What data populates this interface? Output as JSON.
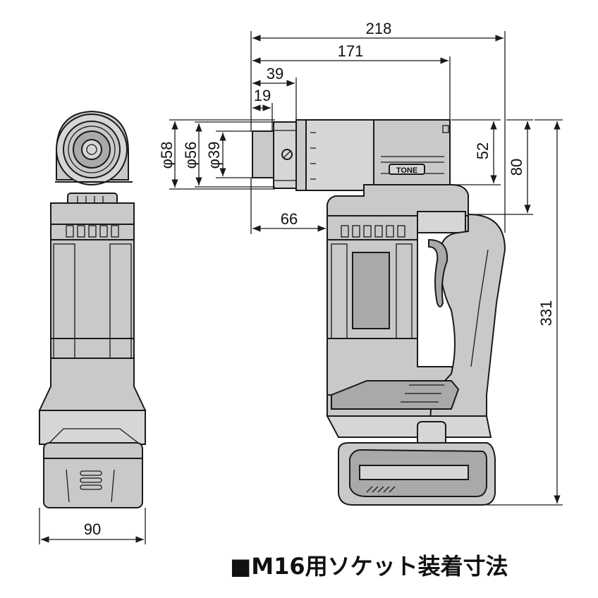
{
  "dimensions": {
    "overall_length": "218",
    "length_to_rear": "171",
    "head_length": "39",
    "socket_depth": "19",
    "dia_58": "φ58",
    "dia_56": "φ56",
    "dia_39": "φ39",
    "head_to_body": "66",
    "head_height": "52",
    "upper_height": "80",
    "overall_height": "331",
    "width": "90"
  },
  "brand_label": "TONE",
  "caption": "■M16用ソケット装着寸法"
}
